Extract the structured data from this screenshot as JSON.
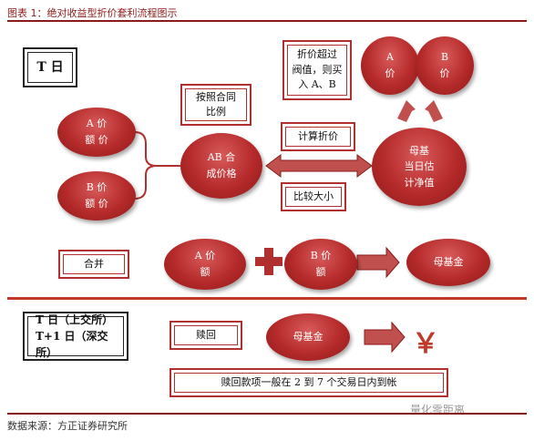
{
  "caption": "图表 1：绝对收益型折价套利流程图示",
  "source": "数据来源：方正证券研究所",
  "watermark": "量化零距离",
  "top": {
    "t_day": "T 日",
    "a_price": "A  价\n额  价",
    "b_price": "B  价\n额  价",
    "ab_combined": "AB 合\n成价格",
    "contract_ratio": "按照合同\n比例",
    "calc_discount": "计算折价",
    "compare": "比较大小",
    "buy_rule": "折价超过\n阀值，则买\n入 A、B",
    "parent_nav": "母基\n当日估\n计净值",
    "a_out": "A\n价",
    "b_out": "B\n价"
  },
  "merge_row": {
    "merge": "合并",
    "a_share": "A  价\n额",
    "b_share": "B  价\n额",
    "parent_fund": "母基金"
  },
  "bottom": {
    "days": "T 日（上交所）\nT+1 日（深交所）",
    "redeem": "赎回",
    "parent_fund": "母基金",
    "yen": "￥",
    "settlement": "赎回款项一般在 2 到 7 个交易日内到帐"
  },
  "colors": {
    "accent": "#b03030",
    "ellipse": "#b52a2a"
  }
}
